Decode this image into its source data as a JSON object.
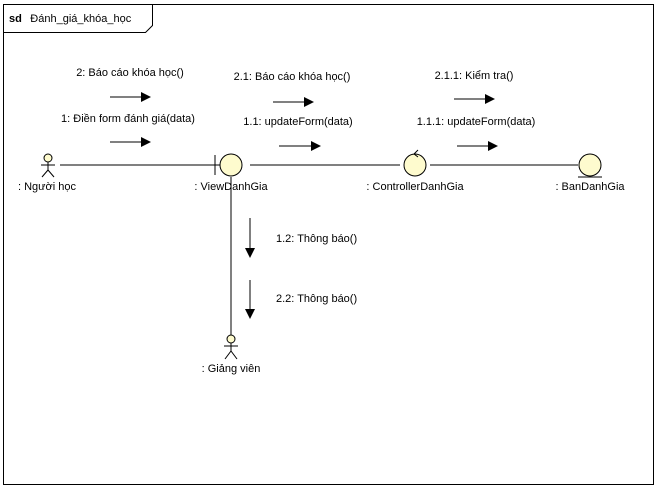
{
  "frame": {
    "keyword": "sd",
    "name": "Đánh_giá_khóa_học"
  },
  "colors": {
    "object_fill": "#fefbce",
    "stroke": "#000000",
    "background": "#ffffff"
  },
  "objects": {
    "nguoi_hoc": {
      "label": ": Người học",
      "kind": "actor"
    },
    "view": {
      "label": ": ViewDanhGia",
      "kind": "boundary"
    },
    "controller": {
      "label": ": ControllerDanhGia",
      "kind": "control"
    },
    "ban": {
      "label": ": BanDanhGia",
      "kind": "entity"
    },
    "giang_vien": {
      "label": ": Giảng viên",
      "kind": "actor"
    }
  },
  "messages": {
    "m1": "1: Điền form đánh giá(data)",
    "m2": "2: Báo cáo khóa học()",
    "m11": "1.1: updateForm(data)",
    "m21": "2.1: Báo cáo khóa học()",
    "m111": "1.1.1: updateForm(data)",
    "m211": "2.1.1: Kiểm tra()",
    "m12": "1.2: Thông báo()",
    "m22": "2.2: Thông báo()"
  }
}
